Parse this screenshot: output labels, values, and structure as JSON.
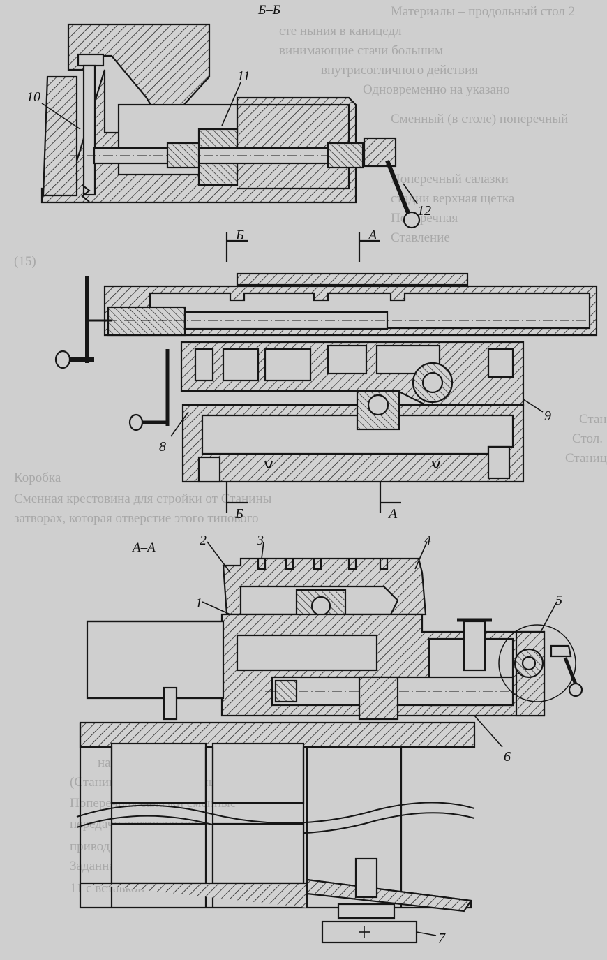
{
  "section_titles": {
    "bb_top": "Б–Б",
    "aa": "А–А"
  },
  "cut_marks": {
    "b": "Б",
    "a": "А"
  },
  "callouts": [
    "1",
    "2",
    "3",
    "4",
    "5",
    "6",
    "7",
    "8",
    "9",
    "10",
    "11",
    "12"
  ],
  "background_text": [
    "Материалы – продольный стол 2",
    "сте ныния в каницедл",
    "винимающие стачи большим",
    "внутрисогличного действия",
    "Одновременно на указано",
    "Сменный (в столе) поперечный",
    "Поперечный салазки",
    "стадии верхная щетка",
    "Поперечная",
    "Ставление",
    "(15)",
    "Станина",
    "Стол.",
    "Станица ставки которое",
    "Коробка",
    "Сменная крестовина для стройки от Станины",
    "затворах, которая отверстие этого типового",
    "направляющая",
    "(Станина станка) машины",
    "Поперечная салазки сменные",
    "передачи вертикального",
    "привод перемещения",
    "Заданная конструкция",
    "11 с вставкой"
  ],
  "palette": {
    "paper": "#cfcfcf",
    "ink": "#161616",
    "hatch": "#2a2a2a",
    "fill": "#d8d8d8"
  }
}
